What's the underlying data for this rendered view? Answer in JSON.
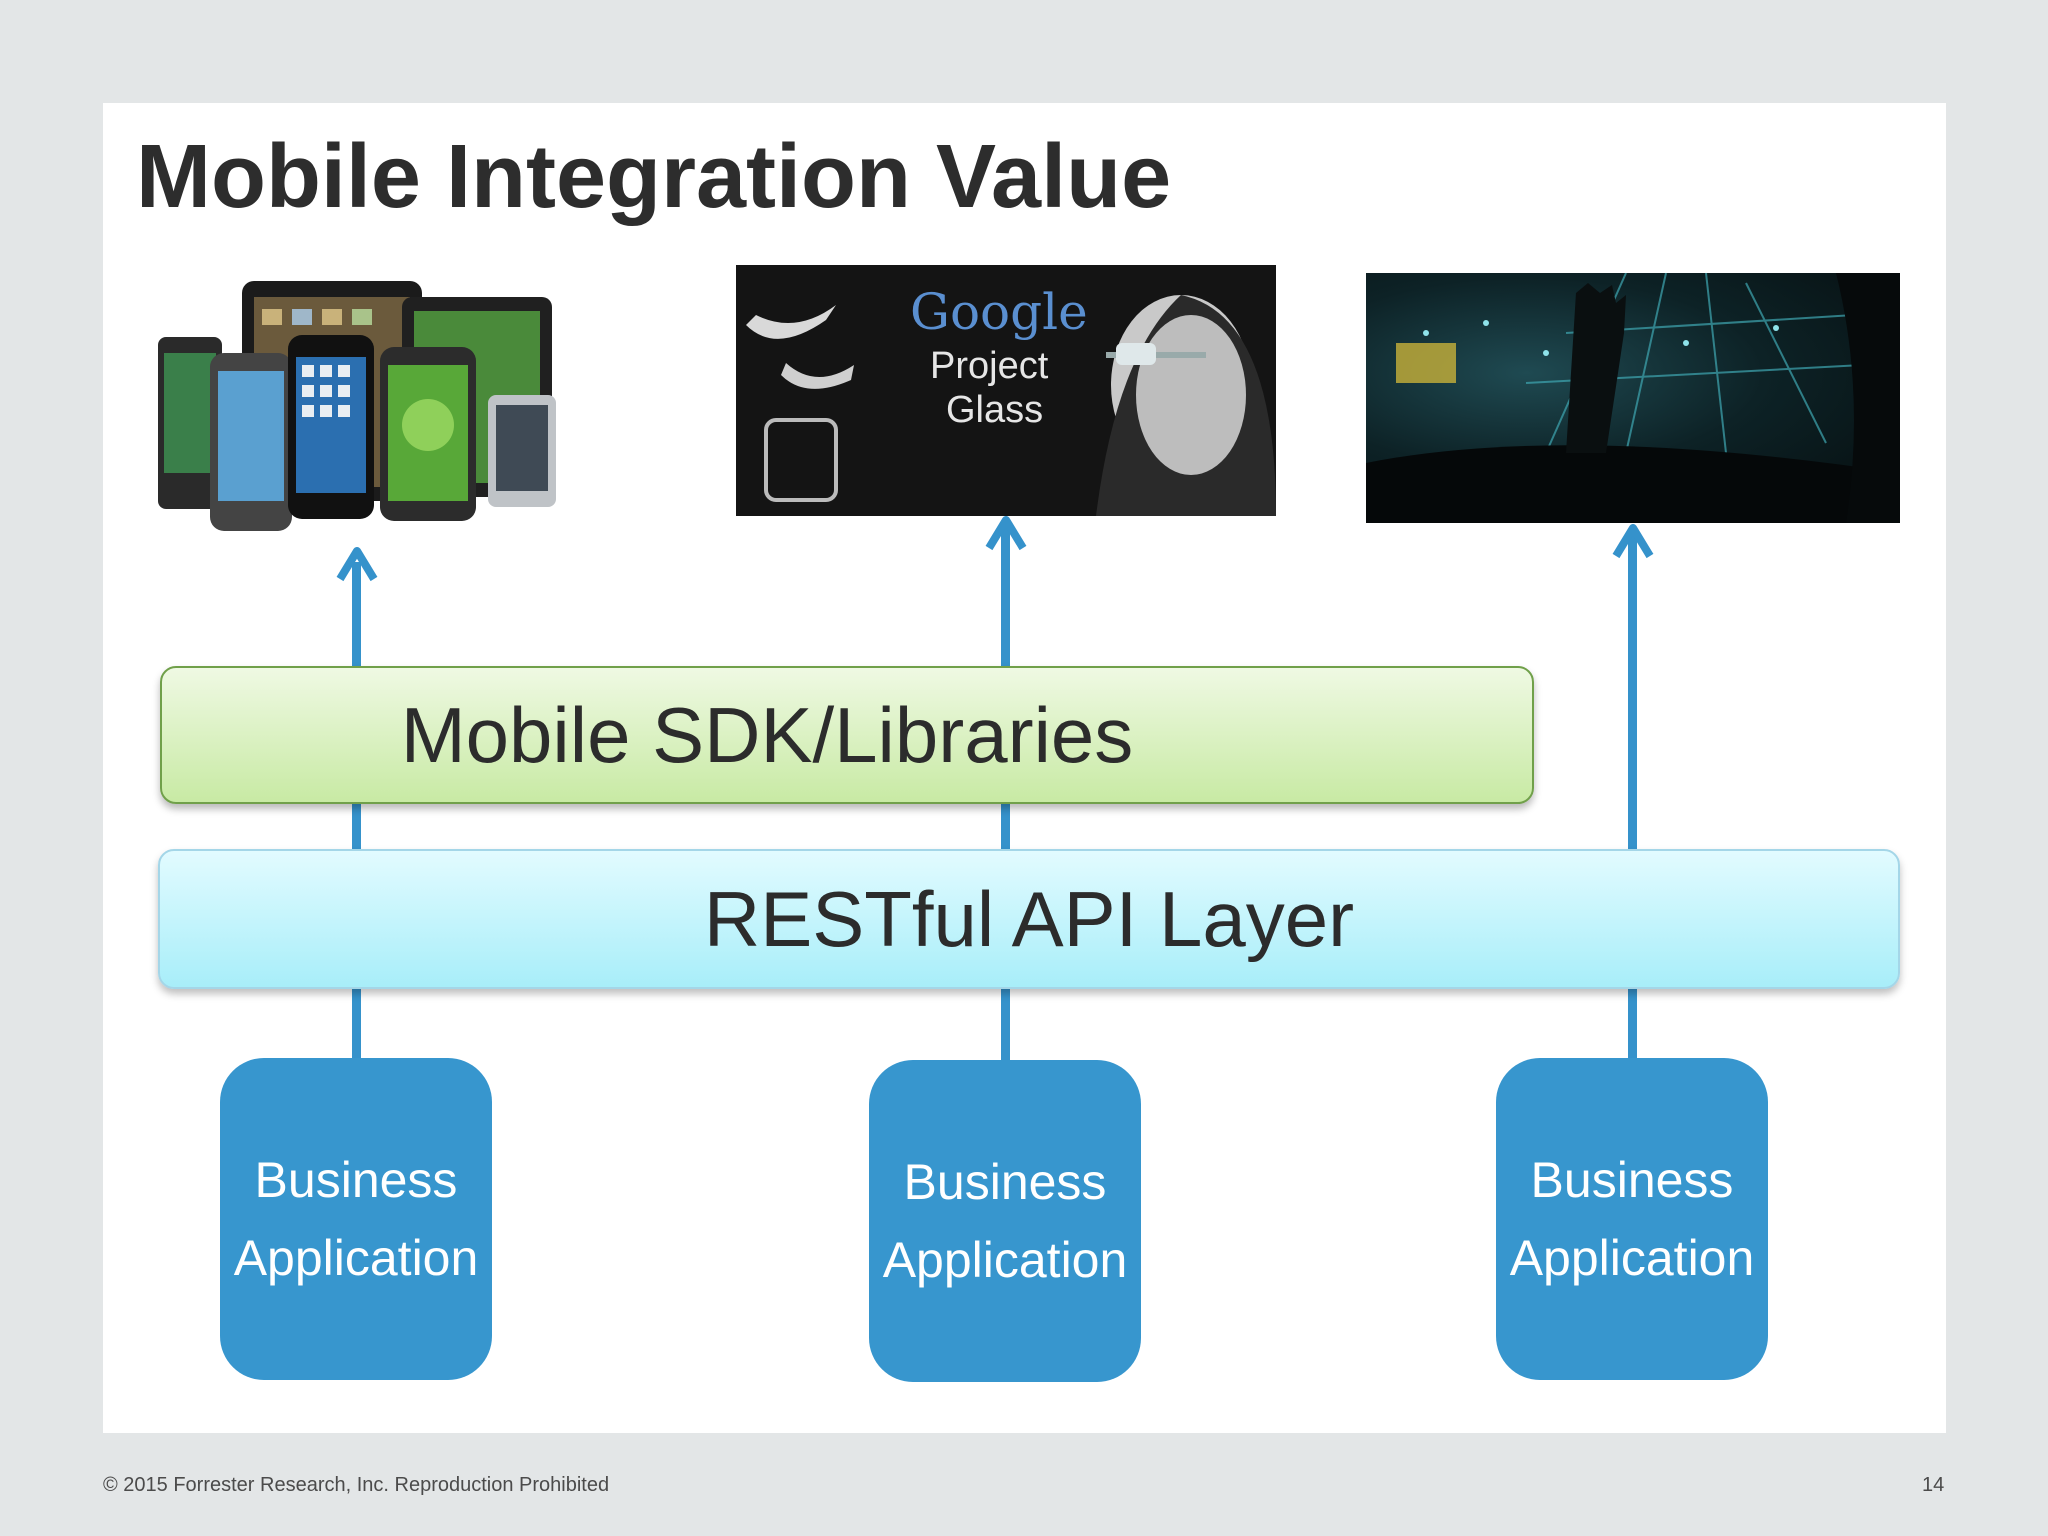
{
  "slide": {
    "title": "Mobile Integration Value",
    "sdk_layer": "Mobile SDK/Libraries",
    "api_layer": "RESTful API Layer",
    "apps": [
      {
        "line1": "Business",
        "line2": "Application"
      },
      {
        "line1": "Business",
        "line2": "Application"
      },
      {
        "line1": "Business",
        "line2": "Application"
      }
    ],
    "images": [
      {
        "name": "mobile-devices-image"
      },
      {
        "name": "google-project-glass-image",
        "text": [
          "Google",
          "Project",
          "Glass"
        ]
      },
      {
        "name": "augmented-reality-scene-image"
      }
    ],
    "accent_color": "#3796ce",
    "sdk_color": "#c8eaa4",
    "api_color": "#a8eef9"
  },
  "footer": {
    "copyright": "© 2015 Forrester Research, Inc. Reproduction Prohibited",
    "page_number": "14"
  }
}
